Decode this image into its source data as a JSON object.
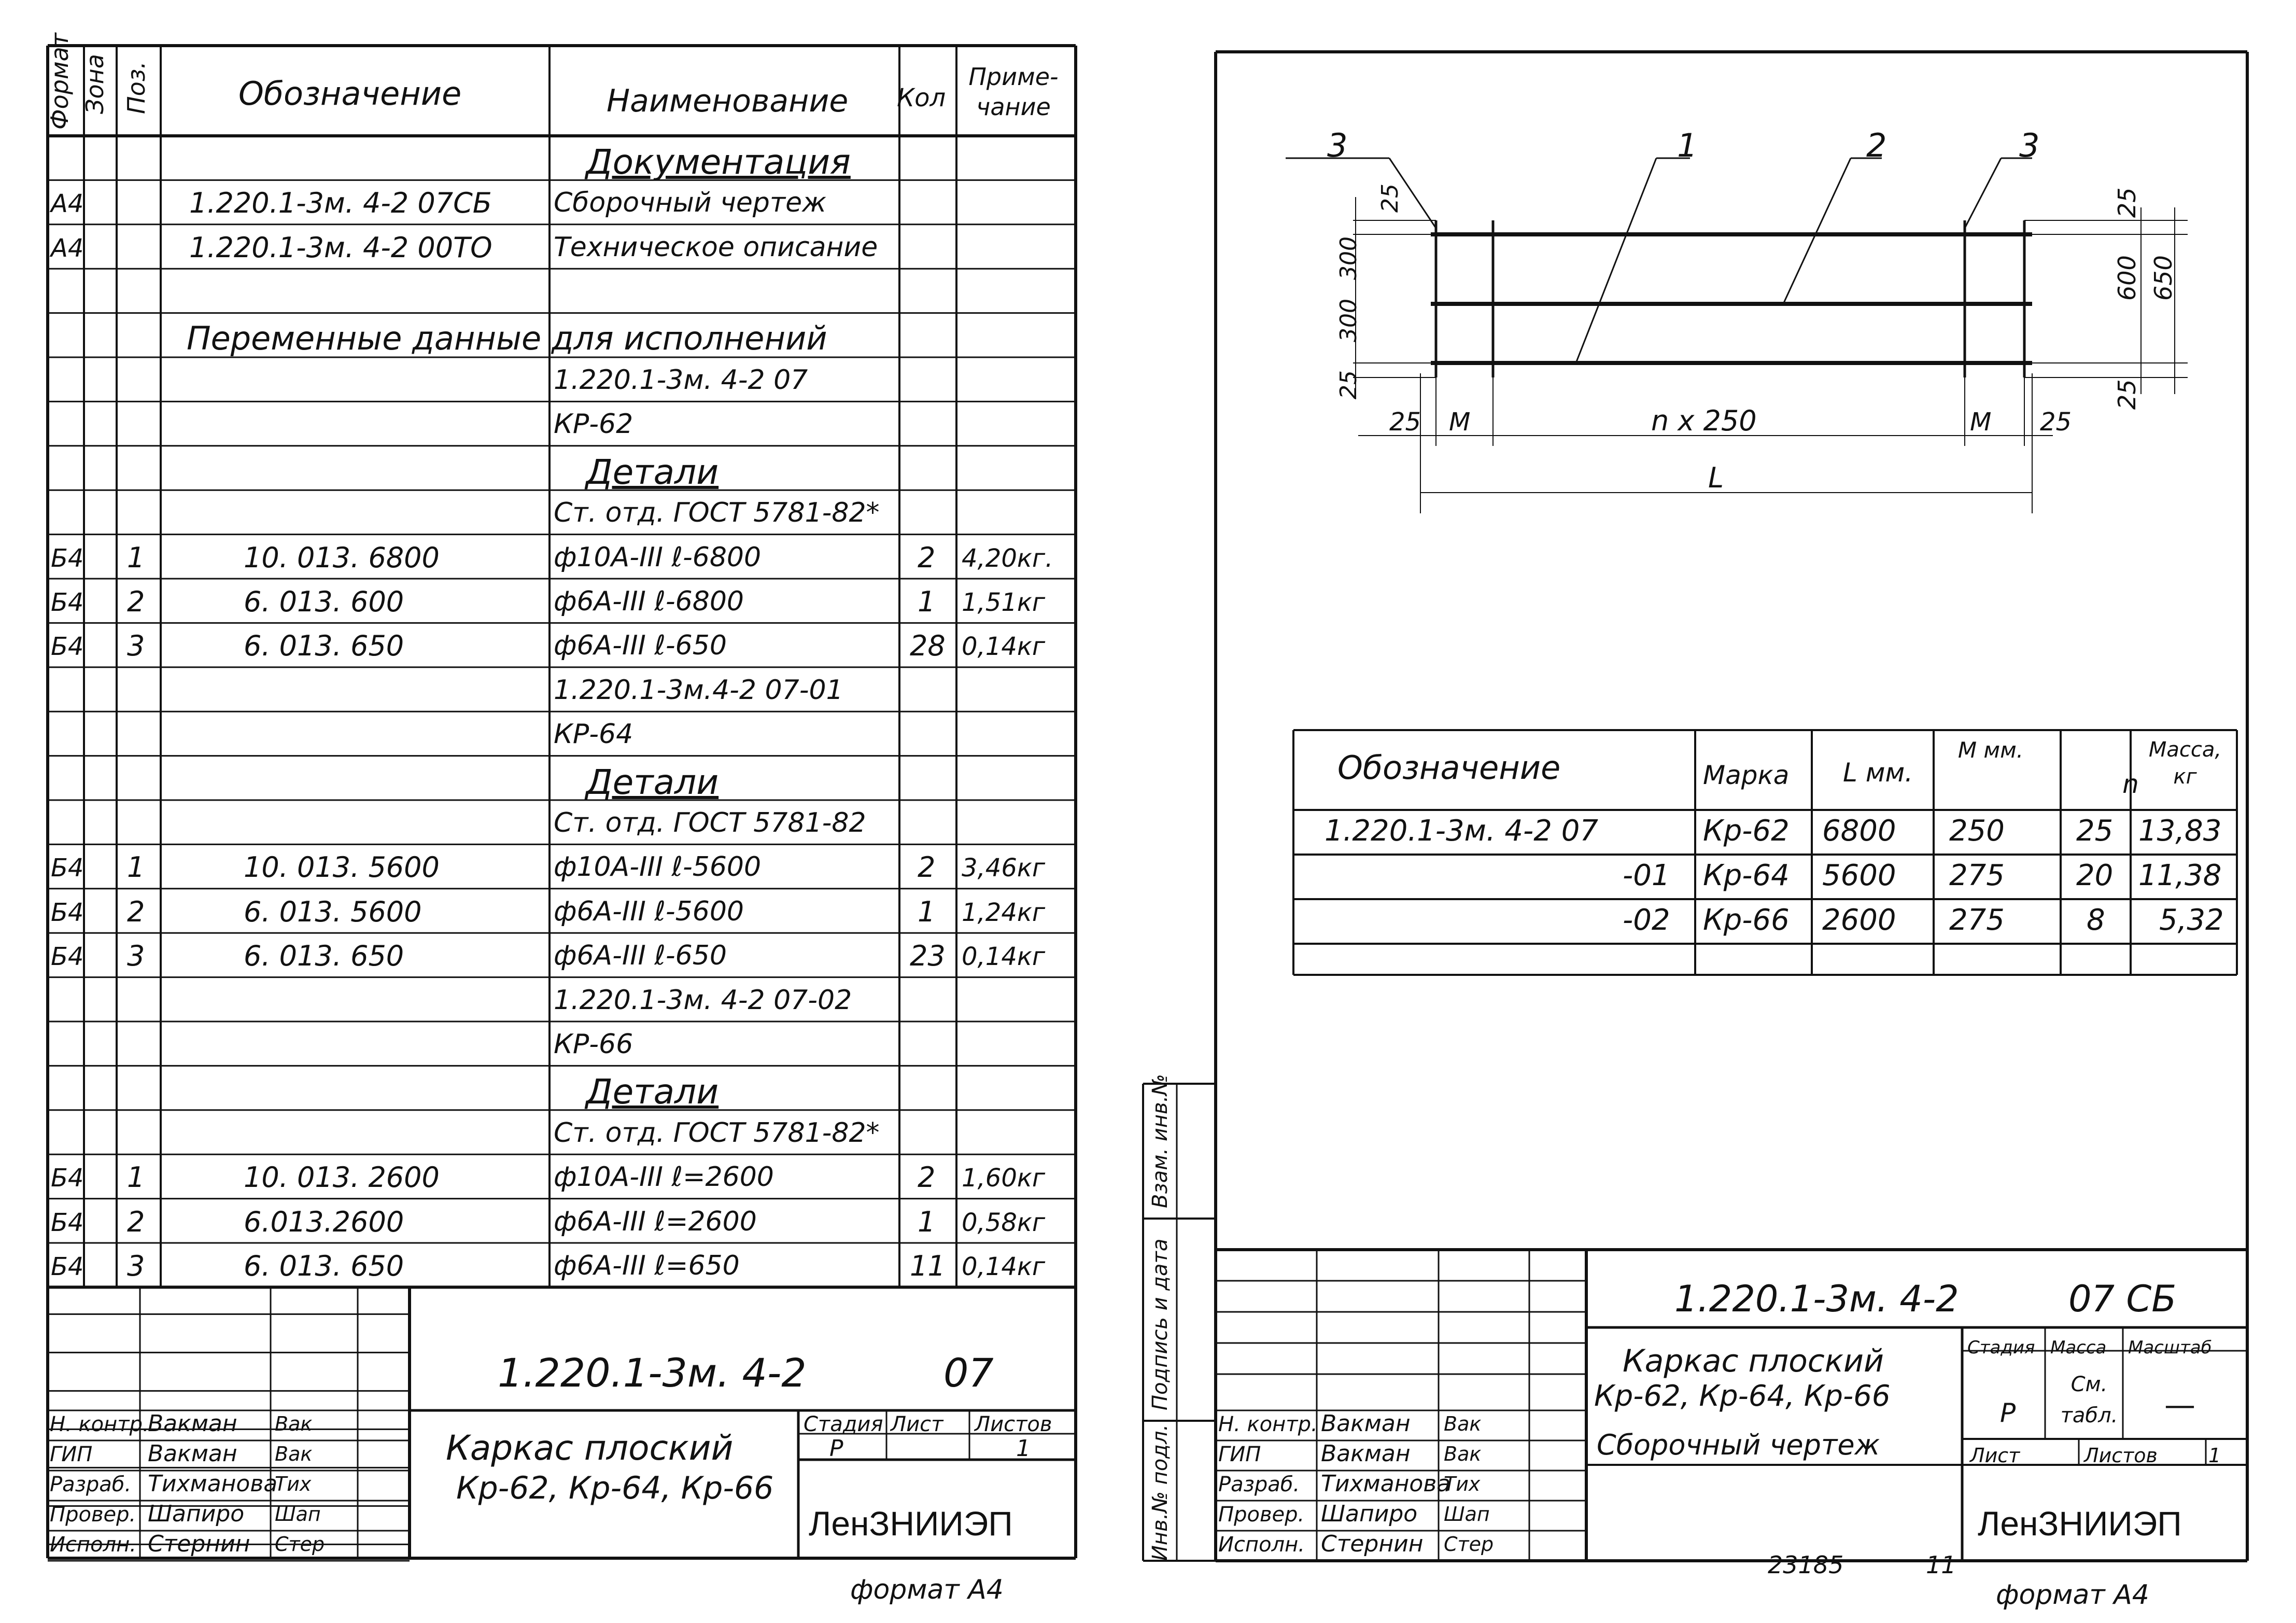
{
  "left_sheet": {
    "headers": {
      "format": "Формат",
      "zone": "Зона",
      "pos": "Поз.",
      "designation": "Обозначение",
      "name": "Наименование",
      "qty": "Кол",
      "note": "Приме-чание"
    },
    "rows": [
      {
        "f": "",
        "z": "",
        "p": "",
        "d": "",
        "n": "Документация",
        "q": "",
        "note": "",
        "style": "section"
      },
      {
        "f": "А4",
        "z": "",
        "p": "",
        "d": "1.220.1-3м. 4-2 07СБ",
        "n": "Сборочный чертеж",
        "q": "",
        "note": ""
      },
      {
        "f": "А4",
        "z": "",
        "p": "",
        "d": "1.220.1-3м. 4-2 00ТО",
        "n": "Техническое описание",
        "q": "",
        "note": ""
      },
      {
        "f": "",
        "z": "",
        "p": "",
        "d": "",
        "n": "",
        "q": "",
        "note": ""
      },
      {
        "f": "",
        "z": "",
        "p": "",
        "d": "Переменные данные для исполнений",
        "n": "",
        "q": "",
        "note": "",
        "style": "span"
      },
      {
        "f": "",
        "z": "",
        "p": "",
        "d": "",
        "n": "1.220.1-3м. 4-2 07",
        "q": "",
        "note": ""
      },
      {
        "f": "",
        "z": "",
        "p": "",
        "d": "",
        "n": "КР-62",
        "q": "",
        "note": ""
      },
      {
        "f": "",
        "z": "",
        "p": "",
        "d": "",
        "n": "Детали",
        "q": "",
        "note": "",
        "style": "section"
      },
      {
        "f": "",
        "z": "",
        "p": "",
        "d": "",
        "n": "Ст. отд. ГОСТ 5781-82*",
        "q": "",
        "note": ""
      },
      {
        "f": "Б4",
        "z": "",
        "p": "1",
        "d": "10. 013. 6800",
        "n": "ф10А-III   ℓ-6800",
        "q": "2",
        "note": "4,20кг."
      },
      {
        "f": "Б4",
        "z": "",
        "p": "2",
        "d": "6. 013. 600",
        "n": "ф6А-III   ℓ-6800",
        "q": "1",
        "note": "1,51кг"
      },
      {
        "f": "Б4",
        "z": "",
        "p": "3",
        "d": "6. 013. 650",
        "n": "ф6А-III   ℓ-650",
        "q": "28",
        "note": "0,14кг"
      },
      {
        "f": "",
        "z": "",
        "p": "",
        "d": "",
        "n": "1.220.1-3м.4-2 07-01",
        "q": "",
        "note": ""
      },
      {
        "f": "",
        "z": "",
        "p": "",
        "d": "",
        "n": "КР-64",
        "q": "",
        "note": ""
      },
      {
        "f": "",
        "z": "",
        "p": "",
        "d": "",
        "n": "Детали",
        "q": "",
        "note": "",
        "style": "section"
      },
      {
        "f": "",
        "z": "",
        "p": "",
        "d": "",
        "n": "Ст. отд. ГОСТ 5781-82",
        "q": "",
        "note": ""
      },
      {
        "f": "Б4",
        "z": "",
        "p": "1",
        "d": "10. 013. 5600",
        "n": "ф10А-III   ℓ-5600",
        "q": "2",
        "note": "3,46кг"
      },
      {
        "f": "Б4",
        "z": "",
        "p": "2",
        "d": "6. 013. 5600",
        "n": "ф6А-III   ℓ-5600",
        "q": "1",
        "note": "1,24кг"
      },
      {
        "f": "Б4",
        "z": "",
        "p": "3",
        "d": "6. 013. 650",
        "n": "ф6А-III   ℓ-650",
        "q": "23",
        "note": "0,14кг"
      },
      {
        "f": "",
        "z": "",
        "p": "",
        "d": "",
        "n": "1.220.1-3м. 4-2 07-02",
        "q": "",
        "note": ""
      },
      {
        "f": "",
        "z": "",
        "p": "",
        "d": "",
        "n": "КР-66",
        "q": "",
        "note": ""
      },
      {
        "f": "",
        "z": "",
        "p": "",
        "d": "",
        "n": "Детали",
        "q": "",
        "note": "",
        "style": "section"
      },
      {
        "f": "",
        "z": "",
        "p": "",
        "d": "",
        "n": "Ст. отд. ГОСТ 5781-82*",
        "q": "",
        "note": ""
      },
      {
        "f": "Б4",
        "z": "",
        "p": "1",
        "d": "10. 013. 2600",
        "n": "ф10А-III   ℓ=2600",
        "q": "2",
        "note": "1,60кг"
      },
      {
        "f": "Б4",
        "z": "",
        "p": "2",
        "d": "6.013.2600",
        "n": "ф6А-III   ℓ=2600",
        "q": "1",
        "note": "0,58кг"
      },
      {
        "f": "Б4",
        "z": "",
        "p": "3",
        "d": "6. 013. 650",
        "n": "ф6А-III   ℓ=650",
        "q": "11",
        "note": "0,14кг"
      }
    ],
    "title_block": {
      "code": "1.220.1-3м. 4-2",
      "sheet_code": "07",
      "name_line1": "Каркас плоский",
      "name_line2": "Кр-62, Кр-64, Кр-66",
      "stage_label": "Стадия",
      "sheet_label": "Лист",
      "sheets_label": "Листов",
      "stage": "Р",
      "sheets": "1",
      "org": "ЛенЗНИИЭП",
      "people": [
        {
          "role": "Н. контр.",
          "name": "Вакман",
          "sign": "Вак"
        },
        {
          "role": "ГИП",
          "name": "Вакман",
          "sign": "Вак"
        },
        {
          "role": "Разраб.",
          "name": "Тихманова",
          "sign": "Тих"
        },
        {
          "role": "Провер.",
          "name": "Шапиро",
          "sign": "Шап"
        },
        {
          "role": "Исполн.",
          "name": "Стернин",
          "sign": "Стер"
        }
      ]
    },
    "format_note": "формат А4"
  },
  "right_sheet": {
    "drawing": {
      "leaders": [
        "3",
        "1",
        "2",
        "3"
      ],
      "dims_left": [
        "25",
        "300",
        "300",
        "25"
      ],
      "dims_right": [
        "25",
        "600",
        "650",
        "25"
      ],
      "dims_bottom": [
        "25",
        "М",
        "n x 250",
        "М",
        "25"
      ],
      "length_label": "L"
    },
    "table": {
      "headers": [
        "Обозначение",
        "Марка",
        "L мм.",
        "М мм.",
        "n",
        "Масса, кг"
      ],
      "rows": [
        [
          "1.220.1-3м. 4-2 07",
          "Кр-62",
          "6800",
          "250",
          "25",
          "13,83"
        ],
        [
          "-01",
          "Кр-64",
          "5600",
          "275",
          "20",
          "11,38"
        ],
        [
          "-02",
          "Кр-66",
          "2600",
          "275",
          "8",
          "5,32"
        ],
        [
          "",
          "",
          "",
          "",
          "",
          ""
        ]
      ]
    },
    "side_stamp": [
      "Инв.№ подл.",
      "Подпись и дата",
      "Взам. инв.№"
    ],
    "title_block": {
      "code": "1.220.1-3м.  4-2",
      "sheet_code": "07 СБ",
      "name_line1": "Каркас плоский",
      "name_line2": "Кр-62, Кр-64, Кр-66",
      "name_line3": "Сборочный чертеж",
      "stage_label": "Стадия",
      "mass_label": "Масса",
      "scale_label": "Масштаб",
      "stage": "Р",
      "mass": "См. табл.",
      "scale": "—",
      "sheet_label": "Лист",
      "sheets_label": "Листов",
      "sheets": "1",
      "org": "ЛенЗНИИЭП",
      "people": [
        {
          "role": "Н. контр.",
          "name": "Вакман",
          "sign": "Вак"
        },
        {
          "role": "ГИП",
          "name": "Вакман",
          "sign": "Вак"
        },
        {
          "role": "Разраб.",
          "name": "Тихманова",
          "sign": "Тих"
        },
        {
          "role": "Провер.",
          "name": "Шапиро",
          "sign": "Шап"
        },
        {
          "role": "Исполн.",
          "name": "Стернин",
          "sign": "Стер"
        }
      ]
    },
    "bottom_num": "23185",
    "bottom_num2": "11",
    "format_note": "формат А4"
  }
}
